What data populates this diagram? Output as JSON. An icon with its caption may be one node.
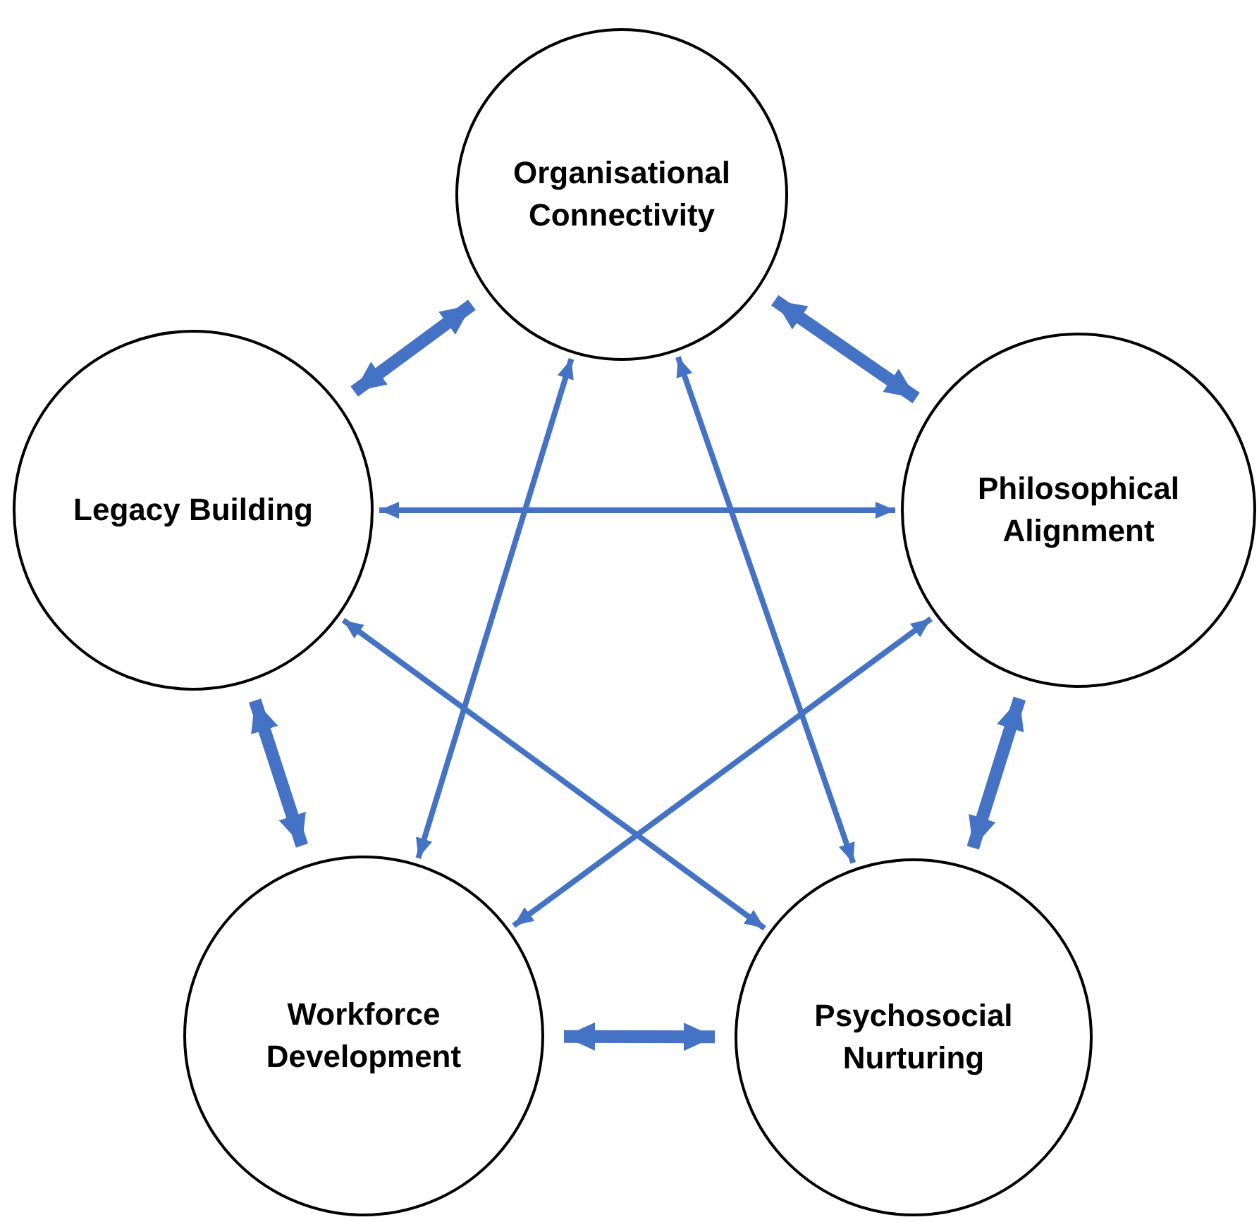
{
  "diagram": {
    "nodes": [
      {
        "text": [
          "Organisational Connectivity"
        ]
      },
      {
        "text": [
          "Legacy Building"
        ]
      },
      {
        "text": [
          "Philosophical Alignment"
        ]
      },
      {
        "text": [
          "Workforce Development"
        ]
      },
      {
        "text": [
          "Psychosocial Nurturing"
        ]
      }
    ],
    "edges": [
      {
        "from": 0,
        "to": 1,
        "arrow": "both",
        "style": "thick"
      },
      {
        "from": 0,
        "to": 2,
        "arrow": "both",
        "style": "thick"
      },
      {
        "from": 1,
        "to": 3,
        "arrow": "both",
        "style": "thick"
      },
      {
        "from": 2,
        "to": 4,
        "arrow": "both",
        "style": "thick"
      },
      {
        "from": 3,
        "to": 4,
        "arrow": "both",
        "style": "thick"
      },
      {
        "from": 1,
        "to": 2,
        "arrow": "both"
      },
      {
        "from": 0,
        "to": 3,
        "arrow": "both"
      },
      {
        "from": 0,
        "to": 4,
        "arrow": "both"
      },
      {
        "from": 1,
        "to": 4,
        "arrow": "both"
      },
      {
        "from": 2,
        "to": 3,
        "arrow": "both"
      }
    ]
  }
}
